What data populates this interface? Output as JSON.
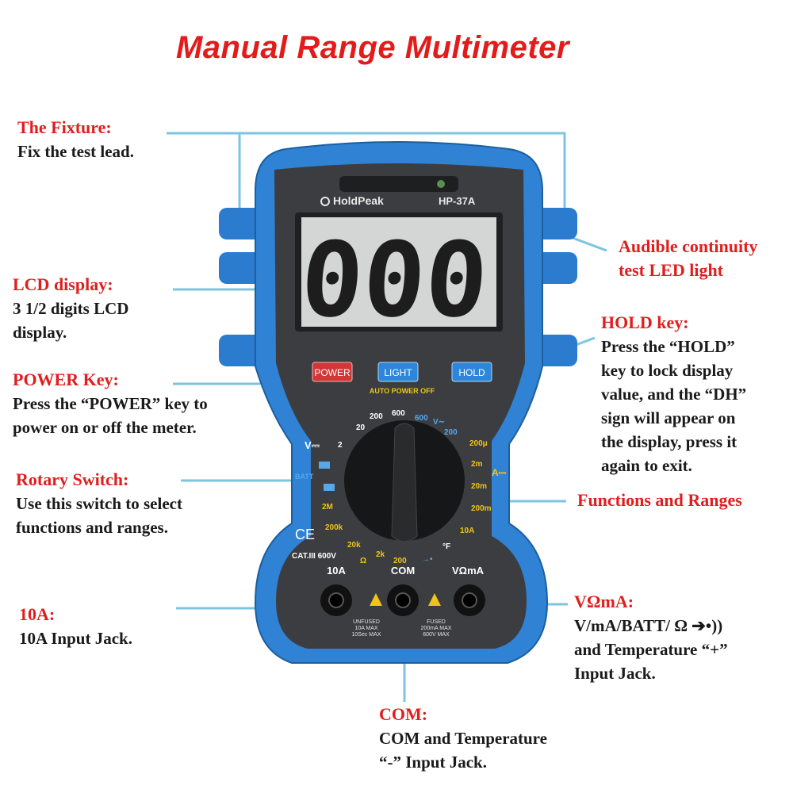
{
  "title": "Manual Range Multimeter",
  "callouts": {
    "fixture": {
      "head": "The Fixture:",
      "lines": [
        "Fix the test lead."
      ]
    },
    "lcd": {
      "head": "LCD display:",
      "lines": [
        "3 1/2 digits LCD",
        "display."
      ]
    },
    "power": {
      "head": "POWER Key:",
      "lines": [
        "Press the “POWER” key to",
        "power on or off the meter."
      ]
    },
    "rotary": {
      "head": "Rotary Switch:",
      "lines": [
        "Use this switch to select",
        "functions and ranges."
      ]
    },
    "tenA": {
      "head": "10A:",
      "lines": [
        "10A Input Jack."
      ]
    },
    "audible": {
      "head_lines": [
        "Audible continuity",
        "test LED light"
      ]
    },
    "hold": {
      "head": "HOLD key:",
      "lines": [
        "Press the “HOLD”",
        "key to lock display",
        "value, and the “DH”",
        "sign will appear on",
        "the display, press it",
        "again to exit."
      ]
    },
    "functions": {
      "head": "Functions and Ranges"
    },
    "vomA": {
      "head": "VΩmA:",
      "lines": [
        "V/mA/BATT/ Ω ➔•))",
        "and Temperature “+”",
        "Input Jack."
      ]
    },
    "com": {
      "head": "COM:",
      "lines": [
        "COM and Temperature",
        "“-” Input Jack."
      ]
    }
  },
  "device": {
    "brand": "HoldPeak",
    "model": "HP-37A",
    "lcd_reading": "000",
    "buttons": {
      "power": "POWER",
      "light": "LIGHT",
      "hold": "HOLD"
    },
    "auto_power_off": "AUTO POWER OFF",
    "jacks": {
      "tenA": "10A",
      "com": "COM",
      "vomA": "VΩmA"
    },
    "cat_rating": "CAT.III 600V",
    "ce_mark": "CE",
    "warning_left": [
      "UNFUSED",
      "10A MAX",
      "10Sec MAX"
    ],
    "warning_right": [
      "FUSED",
      "200mA MAX",
      "600V MAX"
    ],
    "dial_labels": {
      "v_dc_symbol": "V⎓",
      "v_ac_symbol": "V∼",
      "a_dc_symbol": "A⎓",
      "batt": "BATT",
      "ranges_vdc": [
        "2",
        "20",
        "200",
        "600"
      ],
      "ranges_vac": [
        "600",
        "200"
      ],
      "ranges_a": [
        "200μ",
        "2m",
        "20m",
        "200m",
        "10A"
      ],
      "temp": "°F",
      "diode": "→•",
      "ranges_ohm": [
        "200",
        "2k",
        "20k",
        "200k",
        "2M"
      ],
      "ohm_symbol": "Ω"
    }
  },
  "colors": {
    "title": "#e31b1b",
    "callout_head": "#e01e1e",
    "leader_line": "#7ec4e0",
    "body_blue": "#2c7fd1",
    "face": "#3b3d40",
    "lcd": "#d3d6d4"
  }
}
